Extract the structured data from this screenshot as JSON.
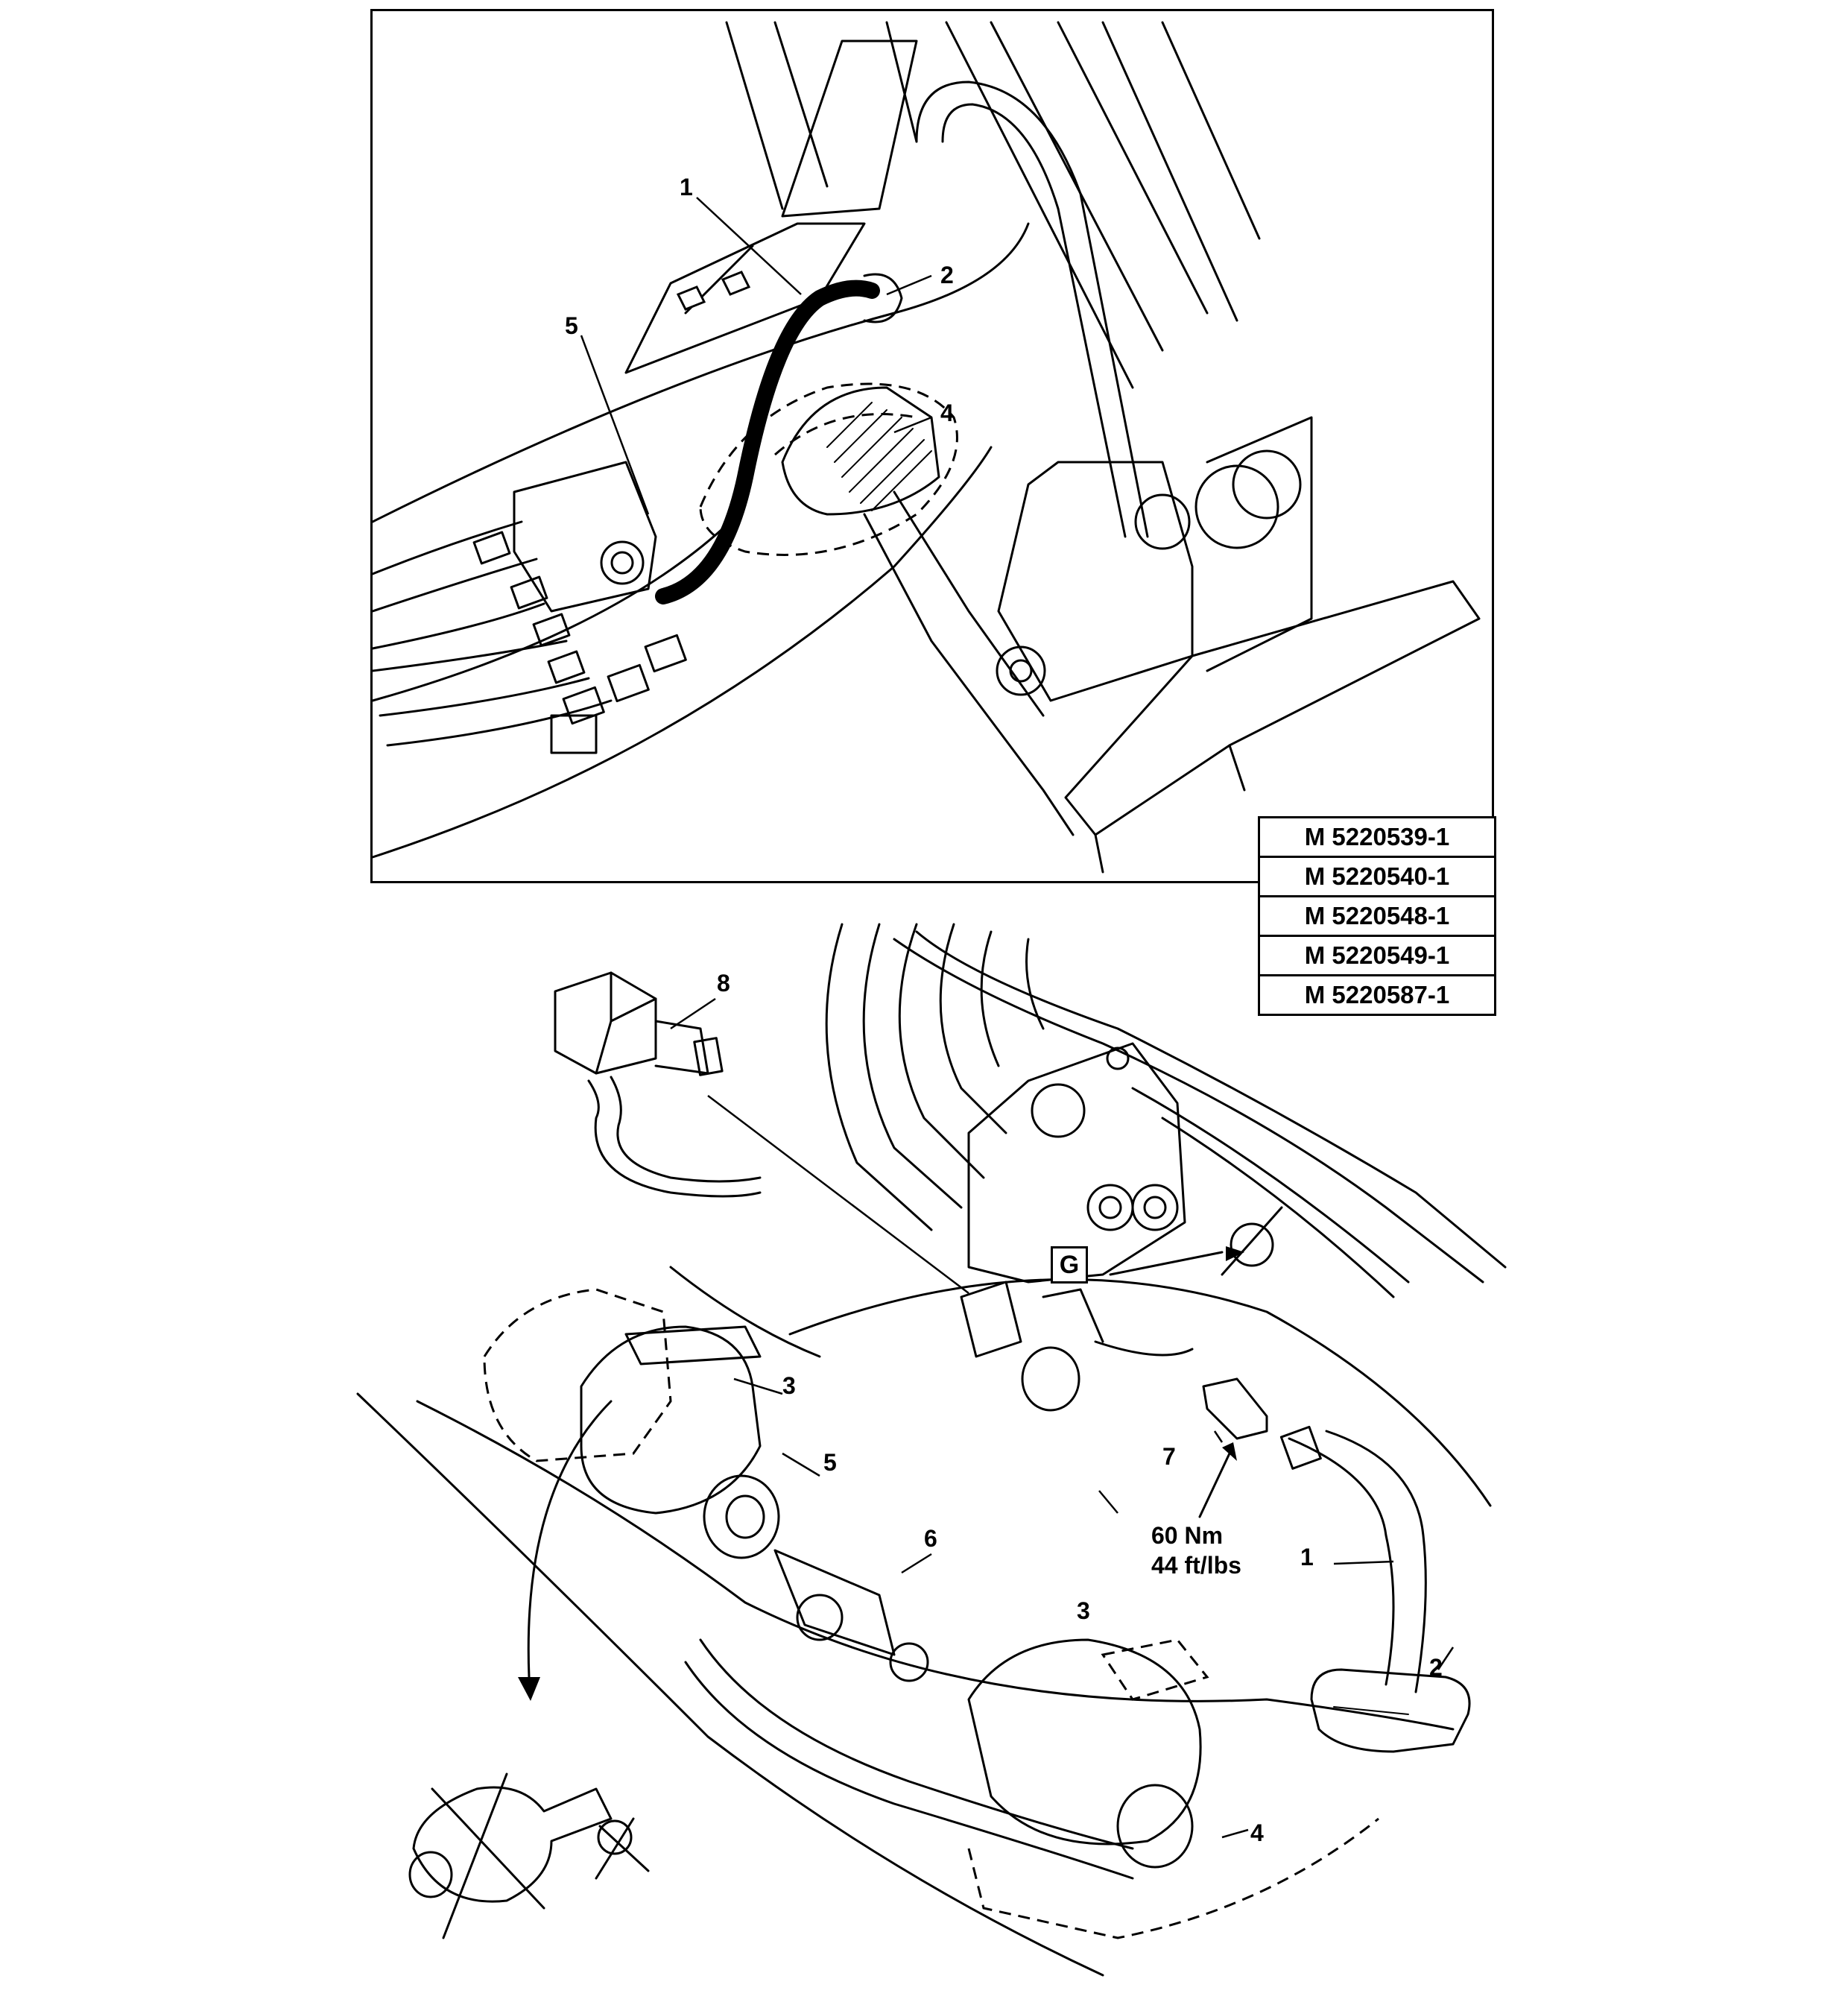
{
  "top_view": {
    "callouts": [
      "1",
      "2",
      "4",
      "5"
    ]
  },
  "part_numbers": [
    "M 5220539-1",
    "M 5220540-1",
    "M 5220548-1",
    "M 5220549-1",
    "M 5220587-1"
  ],
  "bottom_view": {
    "callouts": [
      "8",
      "3",
      "5",
      "7",
      "1",
      "6",
      "3",
      "2",
      "4"
    ],
    "detail_marker": "G",
    "torque": [
      "60 Nm",
      "44 ft/lbs"
    ]
  }
}
